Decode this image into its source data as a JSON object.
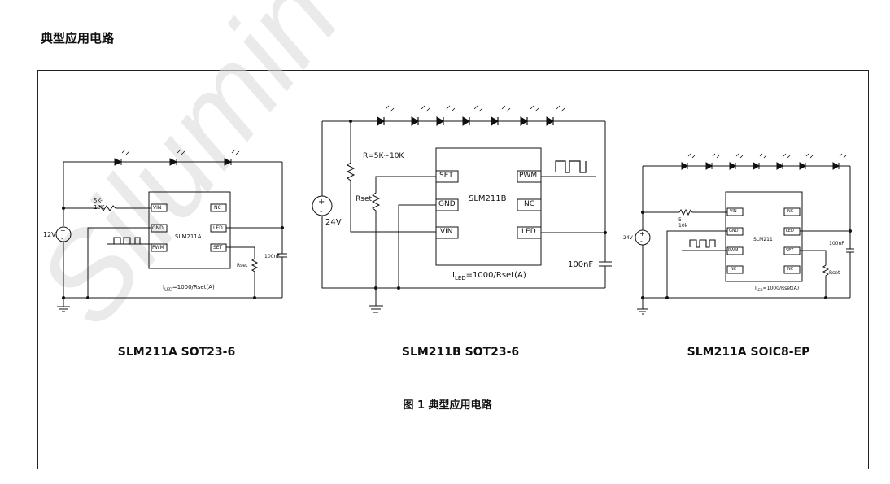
{
  "page": {
    "title": "典型应用电路"
  },
  "circuits": [
    {
      "chip": "SLM211A",
      "pins": {
        "vin": "VIN",
        "gnd": "GND",
        "pwm": "PWM",
        "nc": "NC",
        "led": "LED",
        "set": "SET"
      },
      "supply": "12V",
      "resistor": "5K-10K",
      "rset": "Rset",
      "cap": "100nF",
      "formula_sub": "LED",
      "formula_rest": "=1000/Rset(A)",
      "caption": "SLM211A SOT23-6"
    },
    {
      "chip": "SLM211B",
      "pins": {
        "set": "SET",
        "gnd": "GND",
        "vin": "VIN",
        "pwm": "PWM",
        "nc": "NC",
        "led": "LED"
      },
      "supply": "24V",
      "resistor": "R=5K~10K",
      "rset": "Rset",
      "cap": "100nF",
      "formula_sub": "LED",
      "formula_rest": "=1000/Rset(A)",
      "caption": "SLM211B SOT23-6"
    },
    {
      "chip": "SLM211",
      "pins": {
        "vin": "VIN",
        "gnd": "GND",
        "pwm": "PWM",
        "nc1": "NC",
        "nc": "NC",
        "led": "LED",
        "set": "SET",
        "nc2": "NC"
      },
      "supply": "24V",
      "resistor": "5-10k",
      "rset": "Rset",
      "cap": "100nF",
      "formula_sub": "LED",
      "formula_rest": "=1000/Rset(A)",
      "caption": "SLM211A SOIC8-EP"
    }
  ],
  "figure_caption": "图 1  典型应用电路",
  "watermark": "Silumin Co"
}
